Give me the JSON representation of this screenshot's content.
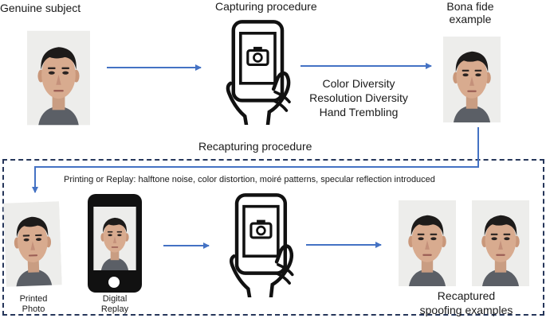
{
  "labels": {
    "genuine_subject": "Genuine subject",
    "capturing_procedure": "Capturing procedure",
    "bona_fide_line1": "Bona fide",
    "bona_fide_line2": "example",
    "diversity_1": "Color Diversity",
    "diversity_2": "Resolution Diversity",
    "diversity_3": "Hand Trembling",
    "recapturing_procedure": "Recapturing procedure",
    "printing_replay_note": "Printing or Replay:  halftone noise, color distortion, moiré patterns, specular reflection introduced",
    "printed_photo_line1": "Printed",
    "printed_photo_line2": "Photo",
    "digital_replay_line1": "Digital",
    "digital_replay_line2": "Replay",
    "recaptured_line1": "Recaptured",
    "recaptured_line2": "spoofing examples"
  },
  "icons": {
    "capture_phone_top": "hand-held-phone-camera-icon",
    "capture_phone_bottom": "hand-held-phone-camera-icon",
    "digital_replay_phone": "smartphone-icon",
    "face": "face-photo"
  },
  "colors": {
    "arrow": "#4472c4",
    "dashed_border": "#26365a",
    "phone_icon": "#111111"
  }
}
